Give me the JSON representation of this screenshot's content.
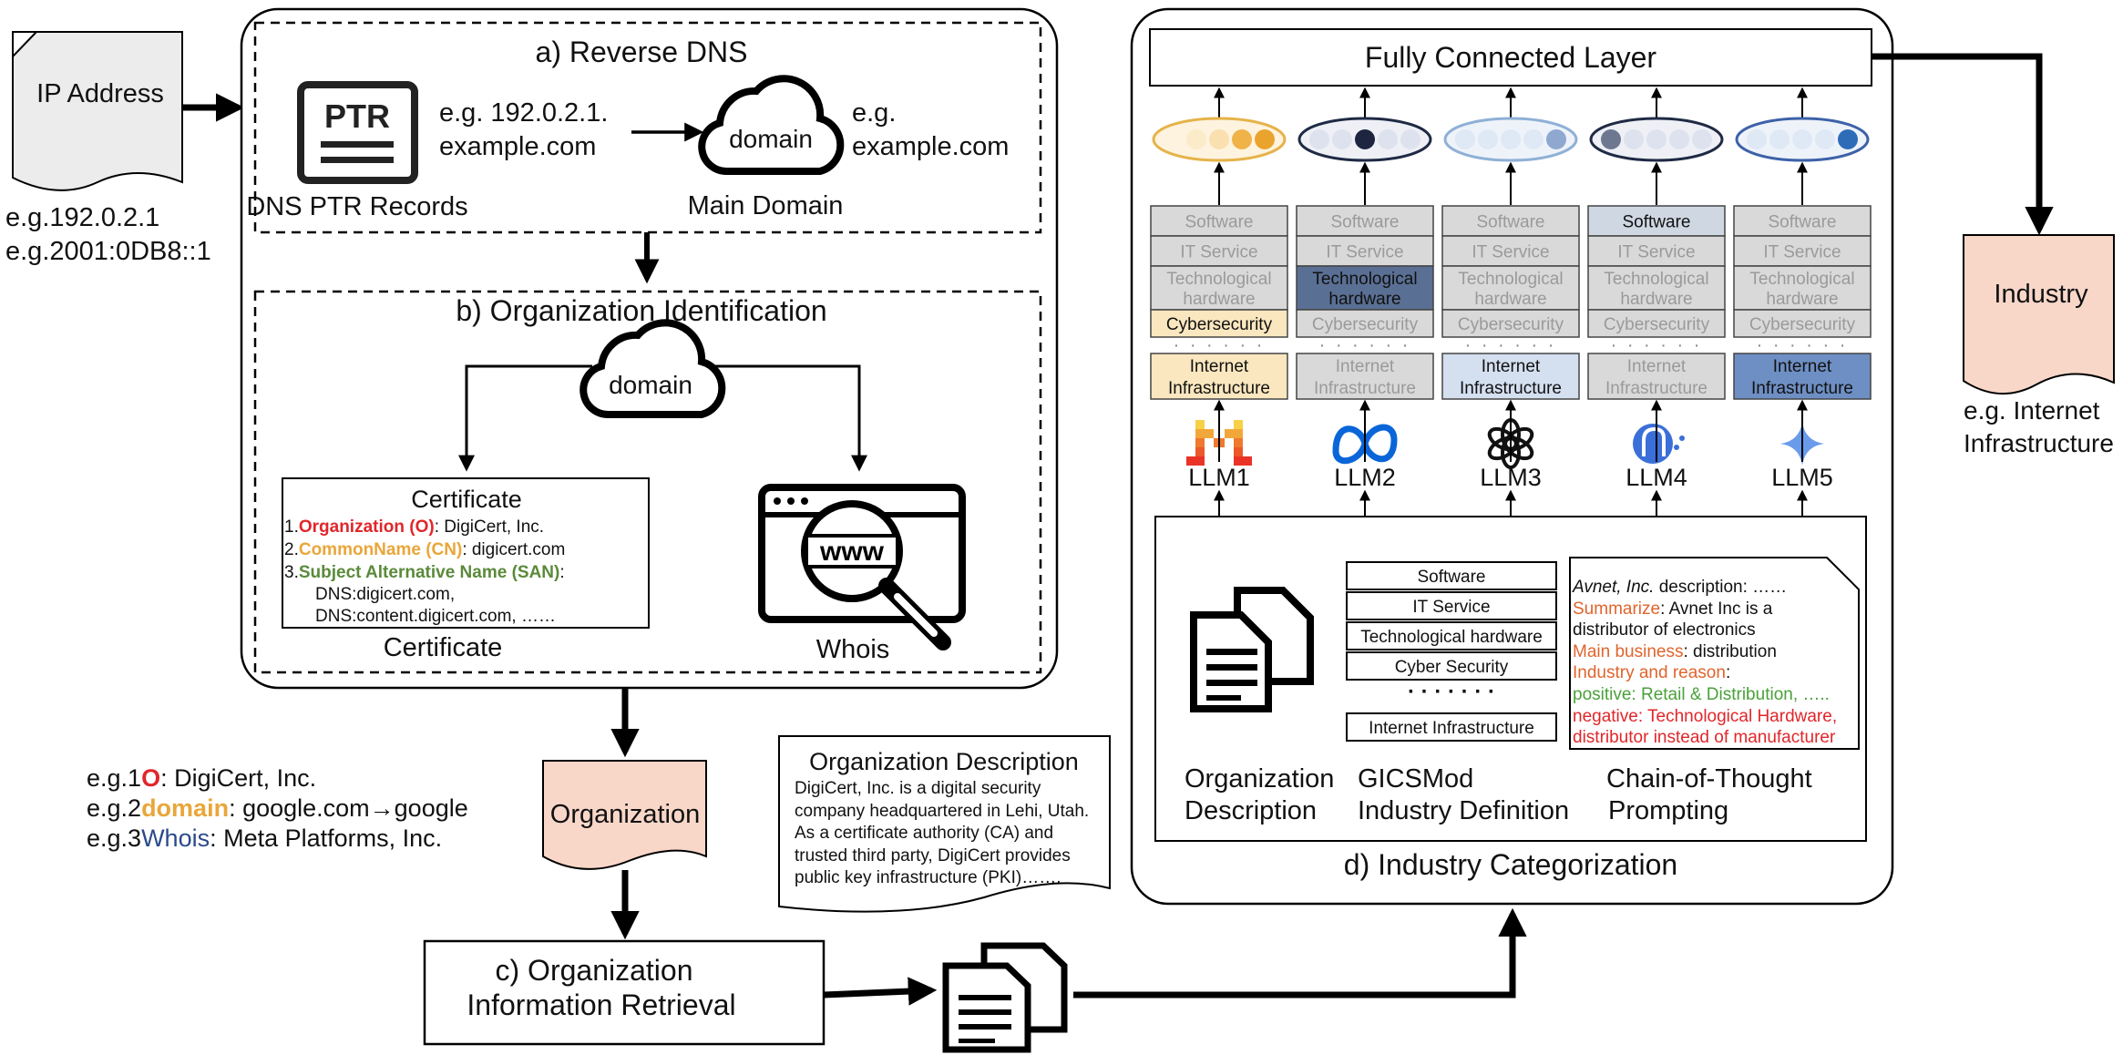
{
  "ip": {
    "title": "IP Address",
    "example1": "e.g.192.0.2.1",
    "example2": "e.g.2001:0DB8::1"
  },
  "reverse_dns": {
    "title": "a) Reverse DNS",
    "ptr_icon_text": "PTR",
    "ptr_caption": "DNS PTR Records",
    "ptr_example_line1": "e.g. 192.0.2.1.",
    "ptr_example_line2": "example.com",
    "domain_icon_text": "domain",
    "domain_caption": "Main Domain",
    "domain_example_line1": "e.g.",
    "domain_example_line2": "example.com"
  },
  "org_identification": {
    "title": "b) Organization Identification",
    "domain_icon_text": "domain",
    "certificate": {
      "heading": "Certificate",
      "line1_num": "1.",
      "line1_key": "Organization (O)",
      "line1_val": ": DigiCert, Inc.",
      "line2_num": "2.",
      "line2_key": "CommonName (CN)",
      "line2_val": ": digicert.com",
      "line3_num": "3.",
      "line3_key": "Subject Alternative Name (SAN)",
      "line3_val": ":",
      "line4": "DNS:digicert.com,",
      "line5": "DNS:content.digicert.com, ……",
      "caption": "Certificate"
    },
    "whois_icon_text": "www",
    "whois_caption": "Whois"
  },
  "examples": {
    "e1_prefix": "e.g.1",
    "e1_key": "O",
    "e1_val": ": DigiCert, Inc.",
    "e2_prefix": "e.g.2",
    "e2_key": "domain",
    "e2_val": ": google.com→google",
    "e3_prefix": "e.g.3",
    "e3_key": "Whois",
    "e3_val": ": Meta Platforms, Inc."
  },
  "organization_label": "Organization",
  "org_description_card": {
    "title": "Organization Description",
    "lines": [
      "DigiCert, Inc. is a digital security",
      "company headquartered in Lehi,  Utah.",
      "As a certificate authority (CA) and",
      "trusted third party, DigiCert provides",
      "public key infrastructure (PKI)……."
    ]
  },
  "retrieval": {
    "line1": "c) Organization",
    "line2": "Information Retrieval"
  },
  "industry_panel": {
    "fc_layer": "Fully Connected Layer",
    "title": "d) Industry Categorization",
    "dots": "· · · · · ·",
    "llms": [
      {
        "name": "LLM1",
        "highlight": [
          "Cybersecurity",
          "Internet"
        ],
        "categories": [
          "Software",
          "IT Service",
          "Technological",
          "hardware",
          "Cybersecurity"
        ],
        "bottom_line1": "Internet",
        "bottom_line2": "Infrastructure",
        "highlight_color": "#fbe7bf",
        "highlight_index": 3,
        "bottom_highlight": true,
        "oval_stroke": "#e6b34a",
        "oval_fill": "#fdf3df",
        "circle_fills": [
          "#fdf3df",
          "#fbebc8",
          "#fae0ae",
          "#f0b347",
          "#eaa42e"
        ],
        "icon": "mistral-icon"
      },
      {
        "name": "LLM2",
        "categories": [
          "Software",
          "IT Service",
          "Technological",
          "hardware",
          "Cybersecurity"
        ],
        "bottom_line1": "Internet",
        "bottom_line2": "Infrastructure",
        "highlight_color": "#5a6f94",
        "highlight_index": 2,
        "bottom_highlight": false,
        "oval_stroke": "#1f2a44",
        "oval_fill": "#eef0f6",
        "circle_fills": [
          "#dde2ee",
          "#dde2ee",
          "#1e2540",
          "#dde2ee",
          "#dde2ee"
        ],
        "icon": "meta-icon"
      },
      {
        "name": "LLM3",
        "categories": [
          "Software",
          "IT Service",
          "Technological",
          "hardware",
          "Cybersecurity"
        ],
        "bottom_line1": "Internet",
        "bottom_line2": "Infrastructure",
        "highlight_color": "#d4dff0",
        "highlight_index": -1,
        "bottom_highlight": true,
        "oval_stroke": "#8fb0d6",
        "oval_fill": "#eef3fa",
        "circle_fills": [
          "#dfe8f5",
          "#dfe8f5",
          "#dfe8f5",
          "#dfe8f5",
          "#8ea8cf"
        ],
        "icon": "openai-icon"
      },
      {
        "name": "LLM4",
        "categories": [
          "Software",
          "IT Service",
          "Technological",
          "hardware",
          "Cybersecurity"
        ],
        "bottom_line1": "Internet",
        "bottom_line2": "Infrastructure",
        "highlight_color": "#ced7e2",
        "highlight_index": 0,
        "bottom_highlight": false,
        "oval_stroke": "#1f2a44",
        "oval_fill": "#eef0f6",
        "circle_fills": [
          "#6d7890",
          "#dde2ee",
          "#dde2ee",
          "#dde2ee",
          "#dde2ee"
        ],
        "icon": "llama-icon"
      },
      {
        "name": "LLM5",
        "categories": [
          "Software",
          "IT Service",
          "Technological",
          "hardware",
          "Cybersecurity"
        ],
        "bottom_line1": "Internet",
        "bottom_line2": "Infrastructure",
        "highlight_color": "#6e8fc4",
        "highlight_index": -1,
        "bottom_highlight": true,
        "oval_stroke": "#3d62a8",
        "oval_fill": "#eef3fa",
        "circle_fills": [
          "#dfe8f5",
          "#dfe8f5",
          "#dfe8f5",
          "#dfe8f5",
          "#2f6cb8"
        ],
        "icon": "gemini-icon"
      }
    ],
    "gics_list": [
      "Software",
      "IT Service",
      "Technological hardware",
      "Cyber Security",
      "· · · · · · ·",
      "Internet Infrastructure"
    ],
    "cot": {
      "l1_italic": "Avnet, Inc.",
      "l1_rest": " description: ……",
      "l2_key": "Summarize",
      "l2_val": ": Avnet Inc is a",
      "l3": "distributor of electronics",
      "l4_key": "Main business",
      "l4_val": ": distribution",
      "l5": "Industry and reason",
      "l5_colon": ":",
      "l6": "positive: Retail & Distribution, …..",
      "l7": "negative: Technological Hardware,",
      "l8": "distributor instead of manufacturer"
    },
    "captions": {
      "desc_line1": "Organization",
      "desc_line2": "Description",
      "gics_line1": "GICSMod",
      "gics_line2": "Industry Definition",
      "cot_line1": "Chain-of-Thought",
      "cot_line2": "Prompting"
    }
  },
  "industry_output": {
    "label": "Industry",
    "example_line1": "e.g. Internet",
    "example_line2": "Infrastructure"
  },
  "colors": {
    "red": "#e0262a",
    "orange": "#e9a63a",
    "green": "#5a8a3a",
    "blue": "#2b4a8a",
    "cot_orange": "#e0642c",
    "cot_green": "#4aa13a",
    "cot_red": "#e0262a",
    "page_fill": "#ececec",
    "org_fill": "#f8d7c9"
  }
}
